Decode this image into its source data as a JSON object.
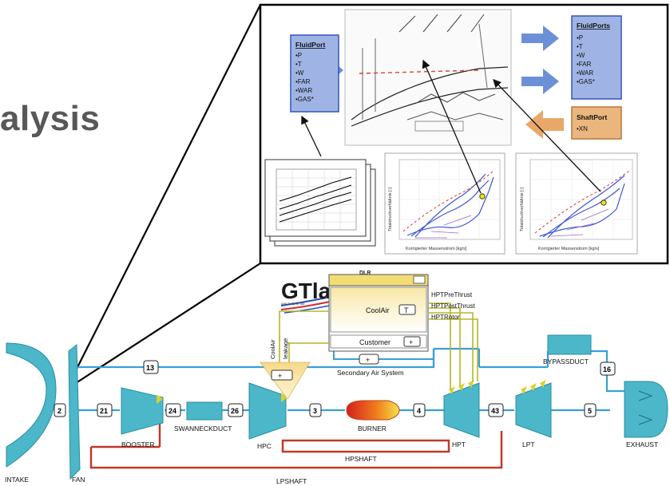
{
  "slide": {
    "title_fragment": "alysis",
    "logo_text": "GTlab",
    "logo_subtext": "gas turbine lab",
    "logo_badge": "DLR"
  },
  "inset": {
    "left_port": {
      "title": "FluidPort",
      "items": [
        "P",
        "T",
        "W",
        "FAR",
        "WAR",
        "GAS*"
      ]
    },
    "right_port": {
      "title": "FluidPorts",
      "items": [
        "P",
        "T",
        "W",
        "FAR",
        "WAR",
        "GAS*"
      ]
    },
    "shaft_port": {
      "title": "ShaftPort",
      "items": [
        "XN"
      ]
    },
    "map1": {
      "xlabel": "Korrigierter Massenstrom [kg/s]",
      "ylabel": "Totaldruckverhältnis [-]"
    },
    "map2": {
      "xlabel": "Korrigierter Massenstrom [kg/s]",
      "ylabel": "Totaldruckverhältnis [-]"
    }
  },
  "engine": {
    "components": {
      "intake": "INTAKE",
      "fan": "FAN",
      "booster": "BOOSTER",
      "swanneckduct": "SWANNECKDUCT",
      "hpc": "HPC",
      "burner": "BURNER",
      "hpt": "HPT",
      "lpt": "LPT",
      "exhaust": "EXHAUST",
      "bypassduct": "BYPASSDUCT",
      "hpshaft": "HPSHAFT",
      "lpshaft": "LPSHAFT"
    },
    "stations": [
      "2",
      "21",
      "24",
      "26",
      "3",
      "4",
      "43",
      "5",
      "13",
      "16"
    ],
    "secondary_air": {
      "caption": "Secondary Air System",
      "coolair": "CoolAir",
      "customer": "Customer",
      "coolair_port": "CoolAir",
      "leakage_port": "leakage",
      "outputs": [
        "HPTPreThrust",
        "HPTPostThrust",
        "HPTRotor"
      ]
    }
  },
  "colors": {
    "component_fill": "#4bb7c8",
    "flow_line": "#3a9fd6",
    "shaft": "#c0392b",
    "port_box_blue": "#9fb4e4",
    "port_box_orange": "#eab67e",
    "sas_header": "#f3dc74",
    "air_line": "#b5b52a"
  }
}
